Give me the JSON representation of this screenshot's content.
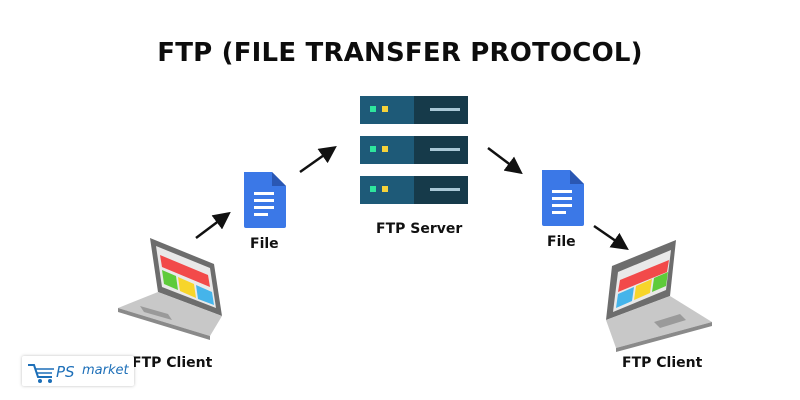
{
  "title": "FTP (FILE TRANSFER PROTOCOL)",
  "nodes": {
    "client_left": {
      "label": "FTP Client"
    },
    "file_left": {
      "label": "File"
    },
    "server": {
      "label": "FTP Server"
    },
    "file_right": {
      "label": "File"
    },
    "client_right": {
      "label": "FTP Client"
    }
  },
  "watermark": {
    "logo_text": "PS",
    "text": "market"
  },
  "colors": {
    "server_dark": "#163a4a",
    "server_light": "#1e5a78",
    "led_green": "#2ee59d",
    "led_yellow": "#f5d23a",
    "file_blue": "#3b78e7",
    "screen_red": "#f24a4a",
    "screen_green": "#5ecb3a",
    "screen_yellow": "#f7d52a",
    "screen_blue": "#45b4ea",
    "laptop_gray": "#6d6d6d"
  }
}
